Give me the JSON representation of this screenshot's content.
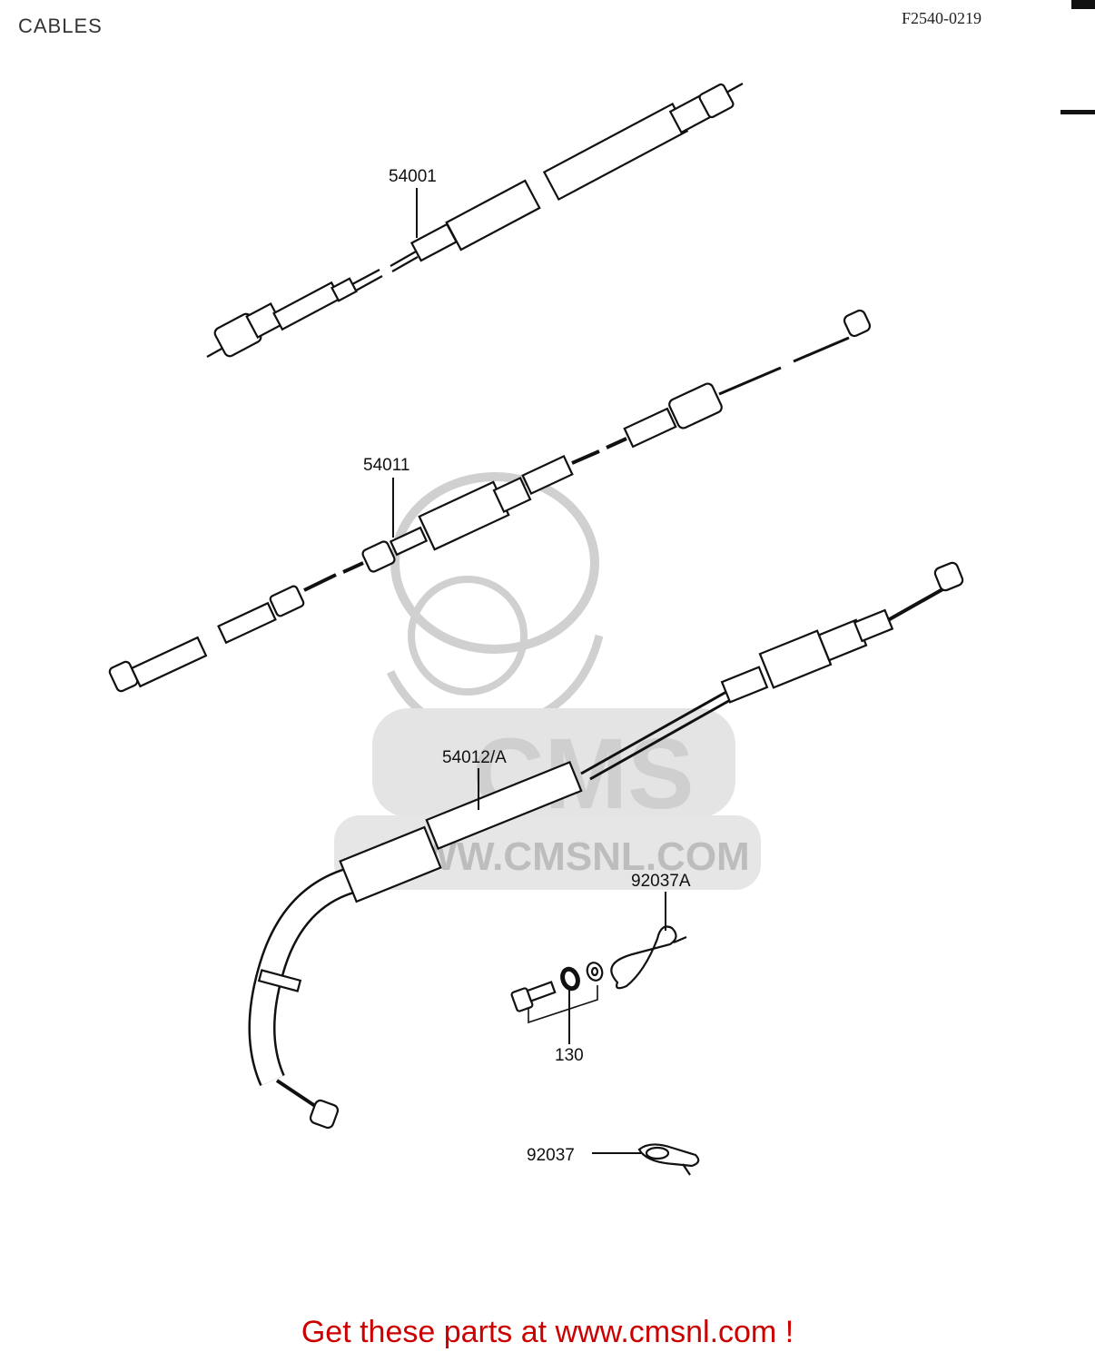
{
  "header": {
    "title": "CABLES",
    "diagram_code": "F2540-0219"
  },
  "parts": {
    "speedometer_cable": "54001",
    "clutch_cable": "54011",
    "throttle_cable": "54012/A",
    "clamp_a": "92037A",
    "bolt": "130",
    "clamp": "92037"
  },
  "watermark": {
    "logo": "CMS",
    "url": "WWW.CMSNL.COM"
  },
  "footer": {
    "link_text": "Get these parts at www.cmsnl.com !",
    "link_color": "#cc0000"
  },
  "colors": {
    "line": "#111111",
    "watermark": "#d8d8d8"
  }
}
